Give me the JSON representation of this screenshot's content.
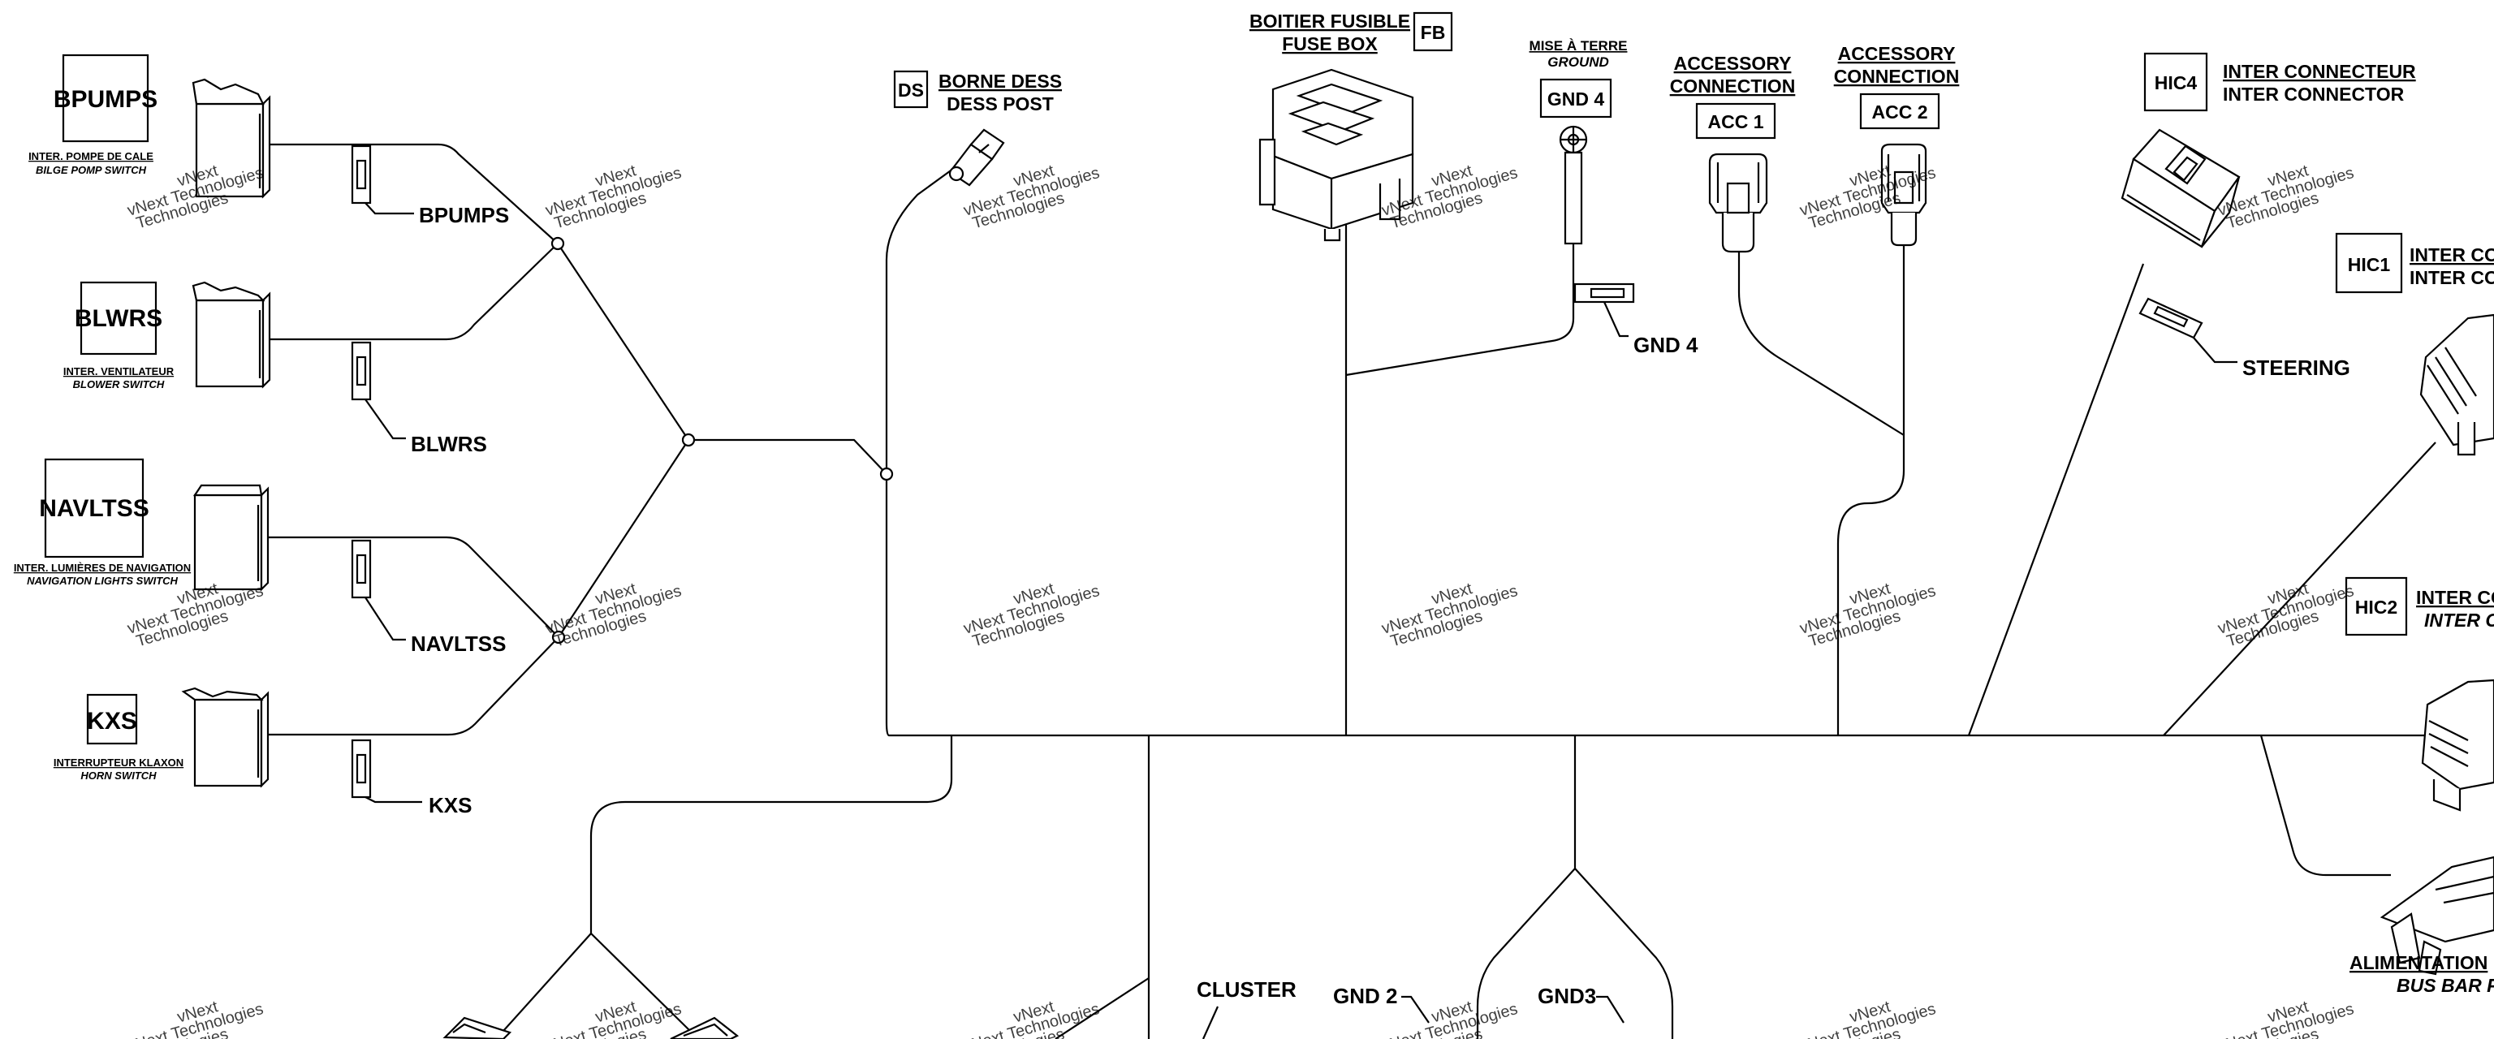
{
  "components": {
    "bpumps": {
      "code": "BPUMPS",
      "name_fr": "INTER. POMPE DE CALE",
      "name_en": "BILGE POMP SWITCH",
      "wire": "BPUMPS"
    },
    "blwrs": {
      "code": "BLWRS",
      "name_fr": "INTER. VENTILATEUR",
      "name_en": "BLOWER SWITCH",
      "wire": "BLWRS"
    },
    "navltss": {
      "code": "NAVLTSS",
      "name_fr": "INTER. LUMIÈRES DE NAVIGATION",
      "name_en": "NAVIGATION LIGHTS SWITCH",
      "wire": "NAVLTSS"
    },
    "kxs": {
      "code": "KXS",
      "name_fr": "INTERRUPTEUR KLAXON",
      "name_en": "HORN SWITCH",
      "wire": "KXS"
    },
    "ds": {
      "code": "DS",
      "name_fr": "BORNE DESS",
      "name_en": "DESS POST"
    },
    "fb": {
      "code": "FB",
      "name_fr": "BOITIER FUSIBLE",
      "name_en": "FUSE BOX"
    },
    "gnd4": {
      "code": "GND 4",
      "name_fr": "MISE À TERRE",
      "name_en": "GROUND",
      "wire": "GND 4"
    },
    "acc1": {
      "code": "ACC 1",
      "title_line1": "ACCESSORY",
      "title_line2": "CONNECTION"
    },
    "acc2": {
      "code": "ACC 2",
      "title_line1": "ACCESSORY",
      "title_line2": "CONNECTION"
    },
    "hic4": {
      "code": "HIC4",
      "name_fr": "INTER CONNECTEUR",
      "name_en": "INTER CONNECTOR"
    },
    "hic1": {
      "code": "HIC1",
      "name_fr": "INTER CO",
      "name_en": "INTER CO"
    },
    "hic2": {
      "code": "HIC2",
      "name_fr": "INTER CO",
      "name_en": "INTER C"
    },
    "busbar": {
      "name_fr": "ALIMENTATION",
      "name_en": "BUS BAR P"
    }
  },
  "wire_labels": {
    "steering": "STEERING",
    "cluster": "CLUSTER",
    "gnd2": "GND 2",
    "gnd3": "GND3"
  },
  "watermark": {
    "line1": "vNext Technologies",
    "line2": "vNext",
    "line3": "Technologies"
  }
}
